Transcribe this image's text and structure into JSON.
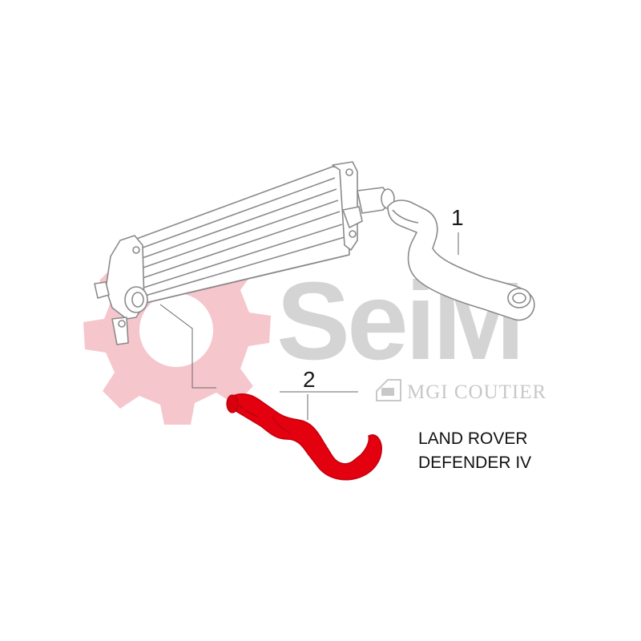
{
  "watermark": {
    "brand": "SeiM",
    "sub_brand": "MGI COUTIER",
    "gear_color": "#f6c6cd",
    "text_color": "#d4d4d4"
  },
  "callouts": [
    {
      "label": "1",
      "part": "upper intercooler hose"
    },
    {
      "label": "2",
      "part": "lower intercooler hose (highlighted)"
    }
  ],
  "vehicle": {
    "line1": "LAND ROVER",
    "line2": "DEFENDER IV"
  },
  "colors": {
    "highlight": "#e3000f",
    "line_art": "#8a8a8a"
  }
}
